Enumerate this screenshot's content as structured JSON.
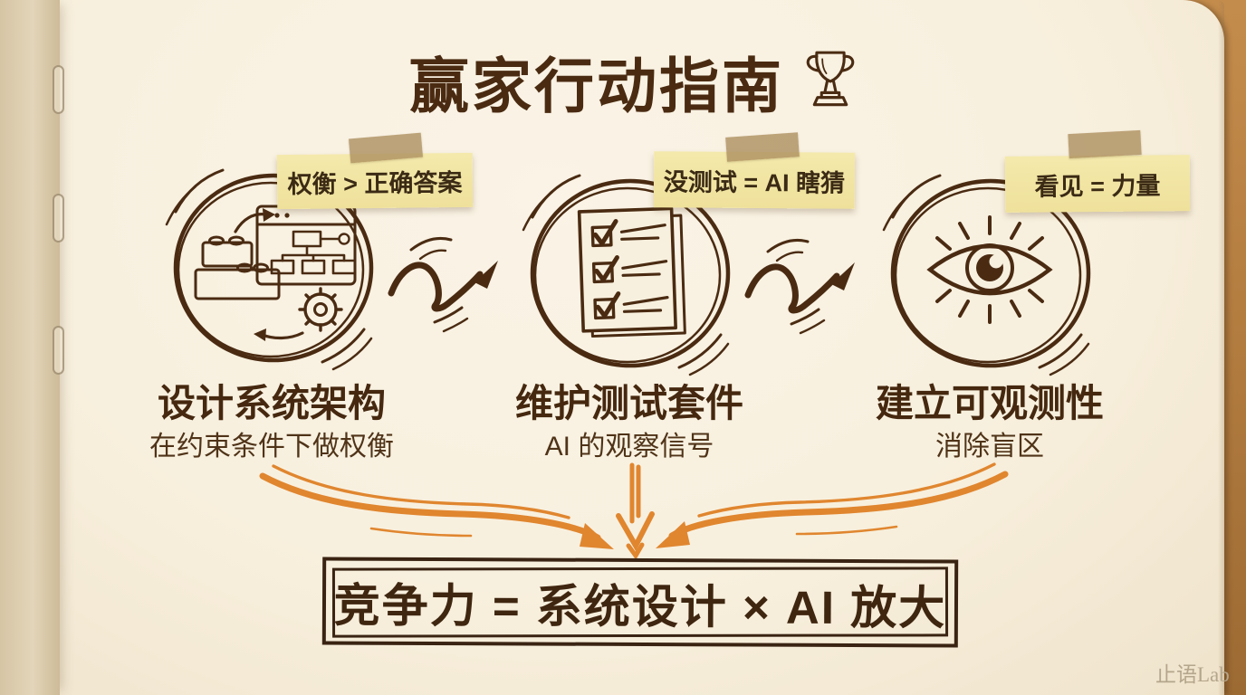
{
  "header": {
    "title": "赢家行动指南",
    "trophy_icon": "trophy-icon"
  },
  "steps": [
    {
      "note": "权衡 > 正确答案",
      "icon": "blocks-architecture-icon",
      "title": "设计系统架构",
      "subtitle": "在约束条件下做权衡"
    },
    {
      "note": "没测试 = AI 瞎猜",
      "icon": "checklist-icon",
      "title": "维护测试套件",
      "subtitle": "AI 的观察信号"
    },
    {
      "note": "看见 = 力量",
      "icon": "eye-icon",
      "title": "建立可观测性",
      "subtitle": "消除盲区"
    }
  ],
  "conclusion": {
    "formula": "竞争力 = 系统设计 × AI 放大"
  },
  "watermark": "止语Lab",
  "colors": {
    "ink": "#4a2b12",
    "paper": "#f8f0de",
    "spine": "#ddccab",
    "wood": "#b07a3e",
    "sticky_note": "#f2e6a4",
    "tape": "#ac8f5e",
    "accent_orange": "#e0862f",
    "watermark_gray": "#b4a68c"
  }
}
